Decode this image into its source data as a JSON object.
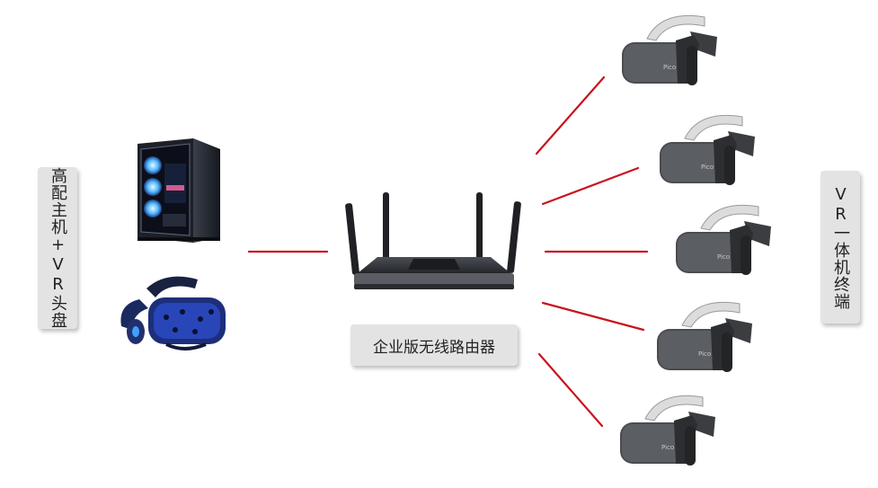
{
  "left_label": "高配主机+VR头盘",
  "right_label": "VR一体机终端",
  "router_label": "企业版无线路由器",
  "colors": {
    "link": "#c8141e",
    "label_bg": "#e3e3e3"
  }
}
